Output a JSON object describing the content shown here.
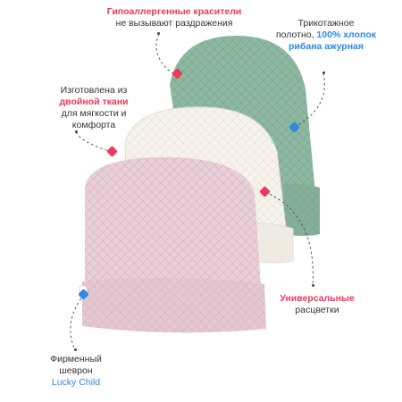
{
  "colors": {
    "red_accent": "#ec3a5c",
    "blue_accent": "#2f8be0",
    "green_hat": "#8fb8a3",
    "white_hat": "#f6f3ec",
    "pink_hat": "#e9d0d8"
  },
  "labels": {
    "hypoallergenic": {
      "highlight": "Гипоаллергенные красители",
      "text": "не вызывают раздражения"
    },
    "knit": {
      "line1": "Трикотажное",
      "line2_prefix": "полотно,",
      "line2_highlight": "100% хлопок",
      "line3": "рибана ажурная"
    },
    "double_fabric": {
      "line1": "Изготовлена из",
      "line2_highlight": "двойной ткани",
      "line3": "для мягкости и",
      "line4": "комфорта"
    },
    "universal": {
      "highlight": "Универсальные",
      "text": "расцветки"
    },
    "chevron": {
      "line1": "Фирменный",
      "line2": "шеврон",
      "line3_highlight": "Lucky Child"
    }
  }
}
